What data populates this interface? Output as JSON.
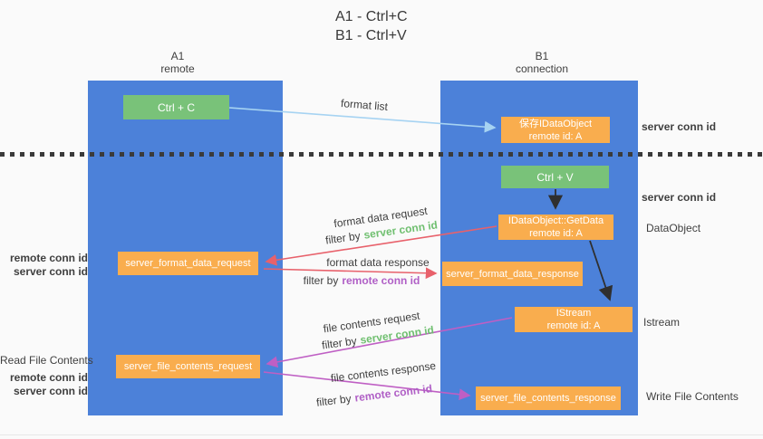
{
  "title": {
    "line1": "A1 - Ctrl+C",
    "line2": "B1 - Ctrl+V"
  },
  "lifelines": {
    "left": {
      "id": "A1",
      "role": "remote"
    },
    "right": {
      "id": "B1",
      "role": "connection"
    }
  },
  "nodes": {
    "ctrl_c": {
      "label": "Ctrl + C"
    },
    "ctrl_v": {
      "label": "Ctrl + V"
    },
    "save_dataobject": {
      "line1": "保存IDataObject",
      "line2": "remote id: A"
    },
    "getdata": {
      "line1": "IDataObject::GetData",
      "line2": "remote id: A"
    },
    "istream": {
      "line1": "IStream",
      "line2": "remote id: A"
    },
    "format_request": {
      "label": "server_format_data_request"
    },
    "format_response": {
      "label": "server_format_data_response"
    },
    "file_request": {
      "label": "server_file_contents_request"
    },
    "file_response": {
      "label": "server_file_contents_response"
    }
  },
  "edge_labels": {
    "format_list": "format list",
    "format_data_request": "format data request",
    "format_data_response": "format data response",
    "file_contents_request": "file contents request",
    "file_contents_response": "file contents response",
    "filters": [
      {
        "prefix": "filter by",
        "value": "server conn id"
      },
      {
        "prefix": "filter by",
        "value": "remote conn id"
      },
      {
        "prefix": "filter by",
        "value": "server conn id"
      },
      {
        "prefix": "filter by",
        "value": "remote conn id"
      }
    ]
  },
  "side_labels": {
    "right_server_conn_id_1": "server conn id",
    "right_server_conn_id_2": "server conn id",
    "data_object": "DataObject",
    "istream": "Istream",
    "write_file_contents": "Write File Contents",
    "left_remote_conn_id_1": "remote conn id",
    "left_server_conn_id_1": "server conn id",
    "read_file_contents": "Read File Contents",
    "left_remote_conn_id_2": "remote conn id",
    "left_server_conn_id_2": "server conn id"
  },
  "colors": {
    "background": "#fafafa",
    "lifeline_blue": "#4c81d9",
    "node_green": "#79c279",
    "node_orange": "#f9ad4e",
    "arrow_light_blue": "#a6d3f2",
    "arrow_red": "#e8616b",
    "arrow_magenta": "#bf5fc4",
    "arrow_black": "#2f2f2f",
    "label_green": "#6fbf6f",
    "label_purple": "#b05fc6",
    "text_dark": "#3f3f3f"
  }
}
